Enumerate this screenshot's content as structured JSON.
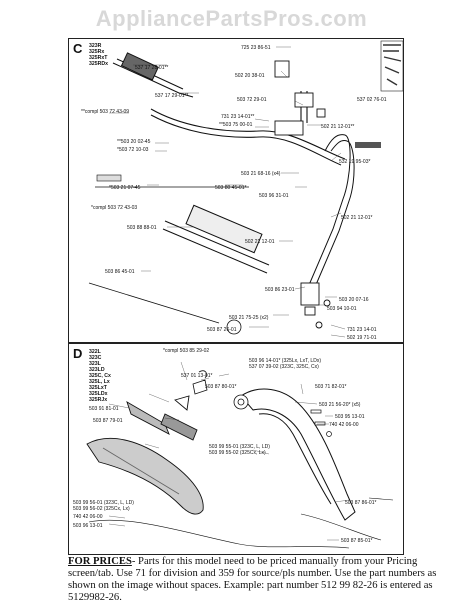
{
  "watermark": "AppliancePartsPros.com",
  "panel_c": {
    "letter": "C",
    "models": [
      "323R",
      "325Rx",
      "325RxT",
      "325RDx"
    ],
    "labels": {
      "l1": "725 23 86-51",
      "l2": "537 17 28-01**",
      "l3": "502 20 38-01",
      "l4": "537 17 29-01**",
      "l5": "503 72 29-01",
      "l6": "**compl 503 72 43-09",
      "l7": "731 23 14-01**",
      "l8": "**503 75 00-01",
      "l9": "502 21 12-01**",
      "l10": "**503 20 02-45",
      "l11": "*503 72 10-03",
      "l12": "532 19 95-03*",
      "l13": "503 21 68-16 (x4)",
      "l14": "*503 21 07-45",
      "l15": "503 80 45-01*",
      "l16": "503 96 31-01",
      "l17": "*compl 503 72 43-03",
      "l18": "503 88 88-01",
      "l19": "502 21 12-01*",
      "l20": "502 21 12-01",
      "l21": "503 86 45-01",
      "l22": "503 86 23-01",
      "l23": "503 20 07-16",
      "l24": "503 94 10-01",
      "l25": "503 21 75-25 (x2)",
      "l26": "731 23 14-01",
      "l27": "503 87 26-01",
      "l28": "502 19 71-01",
      "l29": "537 02 76-01"
    }
  },
  "panel_d": {
    "letter": "D",
    "models": [
      "322L",
      "323C",
      "323L",
      "323LD",
      "325C, Cx",
      "325L, Lx",
      "325LxT",
      "325LDx",
      "325RJx"
    ],
    "labels": {
      "m1": "*compl 503 85 29-02",
      "m2": "503 96 14-01* (325Lx, LxT, LDx)",
      "m3": "537 07 39-02 (323C, 325C, Cx)",
      "m4": "537 01 13-01*",
      "m5": "503 87 80-01*",
      "m6": "503 71 82-01*",
      "m7": "503 91 81-01",
      "m8": "503 21 56-20* (x5)",
      "m9": "503 87 79-01",
      "m10": "503 95 13-01",
      "m11": "740 42 06-00",
      "m12": "503 99 55-01 (323C, L, LD)",
      "m13": "503 99 55-02 (325Cx, Lx)",
      "m14": "503 99 56-01 (323C, L, LD)",
      "m15": "503 99 56-02 (325Cx, Lx)",
      "m16": "503 87 86-01*",
      "m17": "740 42 06-00",
      "m18": "503 96 13-01",
      "m19": "503 87 85-01*"
    }
  },
  "footer": {
    "lead": "FOR PRICES",
    "text": "- Parts for this model need to be priced manually from your Pricing screen/tab. Use 71 for division and 359 for source/pls number. Use the part numbers as shown on the image without spaces. Example: part number 512 99 82-26 is entered as 5129982-26."
  }
}
